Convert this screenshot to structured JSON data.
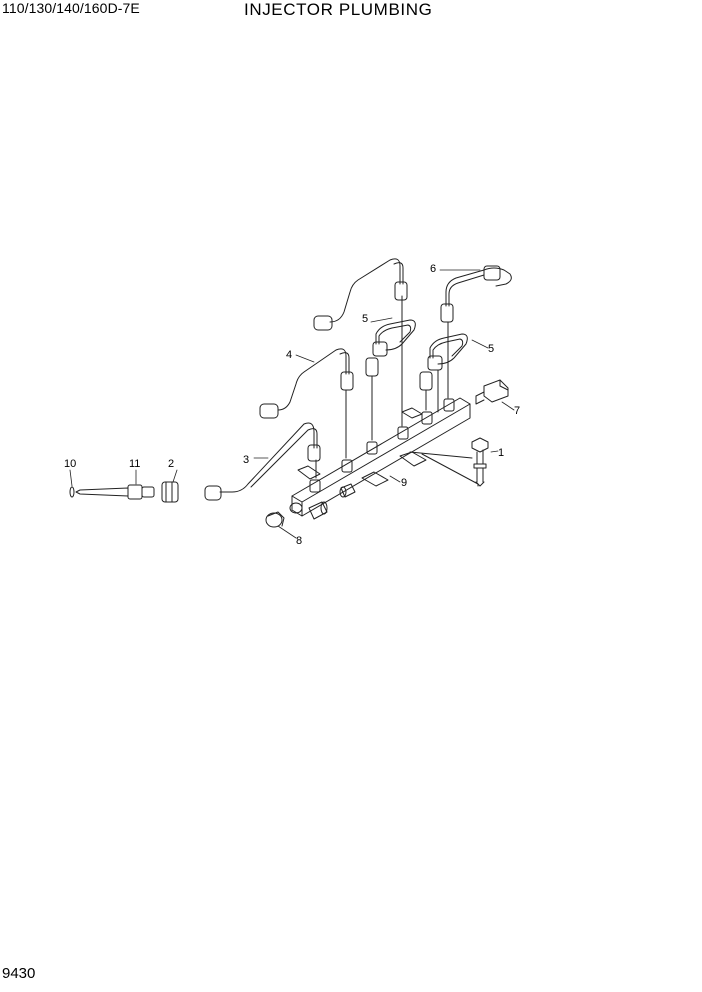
{
  "header": {
    "model_code": "110/130/140/160D-7E",
    "title": "INJECTOR PLUMBING"
  },
  "footer": {
    "page_number": "9430"
  },
  "callouts": [
    "1",
    "2",
    "3",
    "4",
    "5",
    "5",
    "6",
    "7",
    "8",
    "9",
    "10",
    "11"
  ]
}
